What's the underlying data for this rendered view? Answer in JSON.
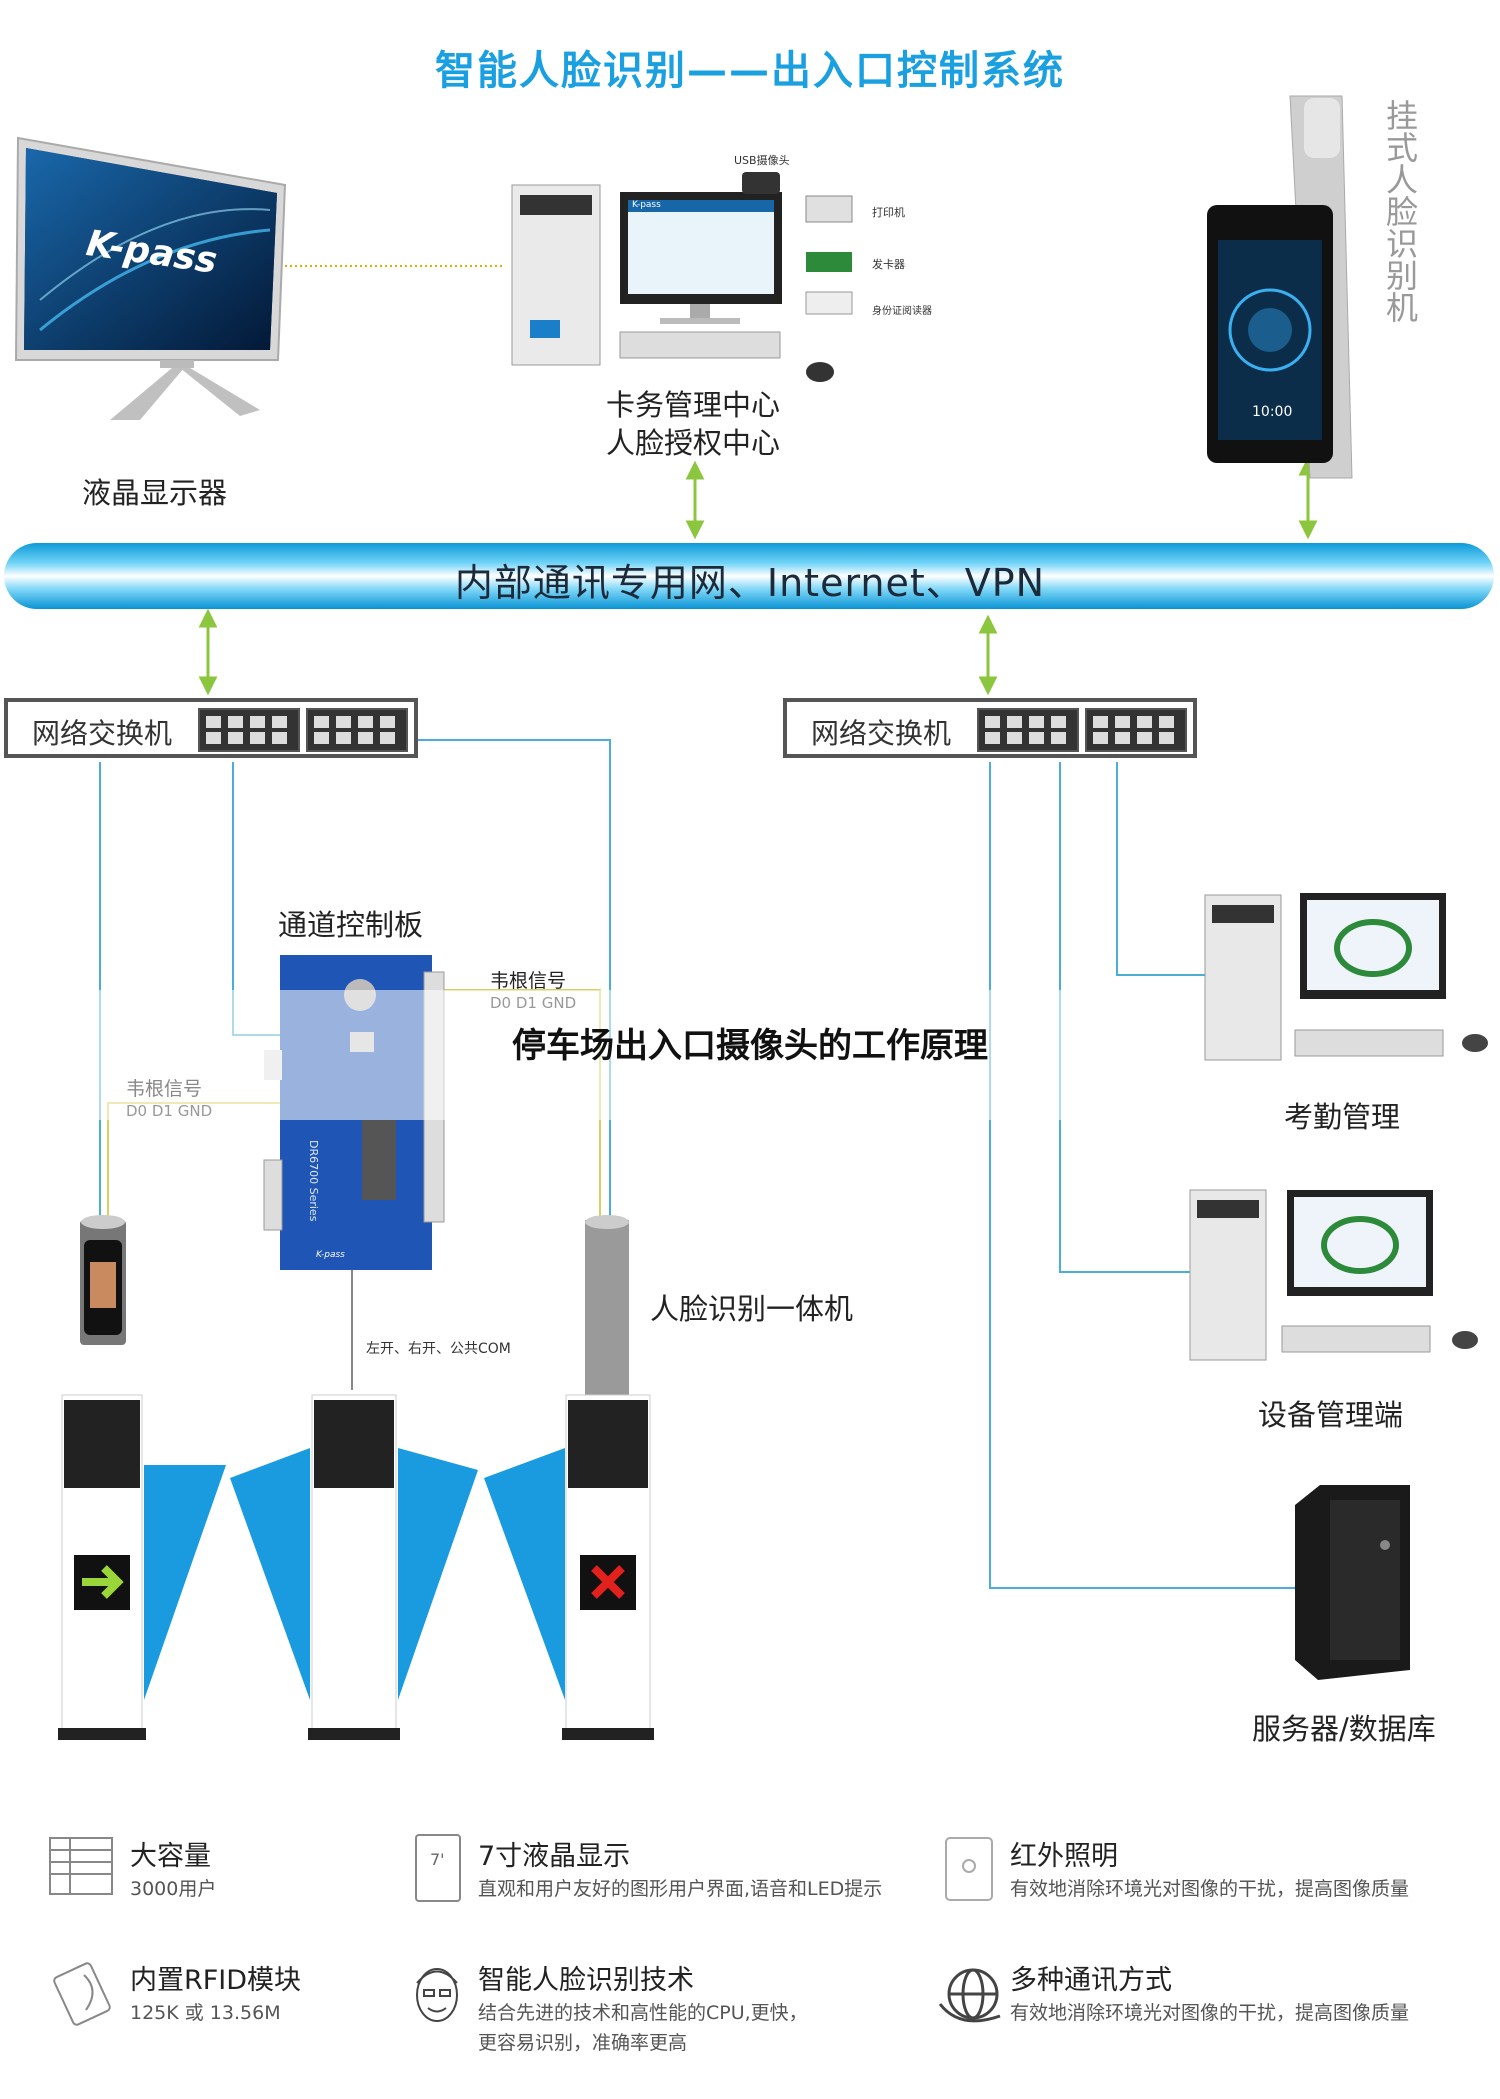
{
  "title": "智能人脸识别——出入口控制系统",
  "overlay_title": "停车场出入口摄像头的工作原理",
  "network": {
    "label": "内部通讯专用网、Internet、VPN"
  },
  "monitor": {
    "brand": "K-pass",
    "label": "液晶显示器"
  },
  "card_center": {
    "label_line1": "卡务管理中心",
    "label_line2": "人脸授权中心",
    "camera_label": "USB摄像头",
    "printer_label": "打印机",
    "card_issuer_label": "发卡器",
    "id_reader_label": "身份证阅读器",
    "screen_brand": "K-pass"
  },
  "wall_device": {
    "label": "挂式人脸识别机",
    "time": "10:00"
  },
  "switch_left": {
    "label": "网络交换机"
  },
  "switch_right": {
    "label": "网络交换机"
  },
  "control_board": {
    "label": "通道控制板",
    "board_text": "DR6700 Series",
    "brand": "K-pass"
  },
  "wiegand_right": {
    "label": "韦根信号",
    "pins": "D0  D1 GND"
  },
  "wiegand_left": {
    "label": "韦根信号",
    "pins": "D0  D1 GND"
  },
  "relay_label": "左开、右开、公共COM",
  "face_terminal_label": "人脸识别一体机",
  "attendance": {
    "label": "考勤管理"
  },
  "device_mgmt": {
    "label": "设备管理端"
  },
  "server": {
    "label": "服务器/数据库"
  },
  "features": [
    {
      "icon": "table-icon",
      "title": "大容量",
      "desc": "3000用户"
    },
    {
      "icon": "screen-icon",
      "title": "7寸液晶显示",
      "desc": "直观和用户友好的图形用户界面,语音和LED提示",
      "icon_text": "7'"
    },
    {
      "icon": "infrared-icon",
      "title": "红外照明",
      "desc": "有效地消除环境光对图像的干扰，提高图像质量"
    },
    {
      "icon": "rfid-card-icon",
      "title": "内置RFID模块",
      "desc": "125K 或 13.56M"
    },
    {
      "icon": "face-icon",
      "title": "智能人脸识别技术",
      "desc": "结合先进的技术和高性能的CPU,更快，",
      "desc2": "更容易识别，准确率更高"
    },
    {
      "icon": "globe-icon",
      "title": "多种通讯方式",
      "desc": "有效地消除环境光对图像的干扰，提高图像质量"
    }
  ],
  "colors": {
    "accent": "#1aa0e0",
    "link_line": "#4aaed8",
    "arrow": "#8cc63f",
    "gate_wing": "#1a9be0",
    "arrow_green": "#9ad53a",
    "x_red": "#e2211c"
  }
}
